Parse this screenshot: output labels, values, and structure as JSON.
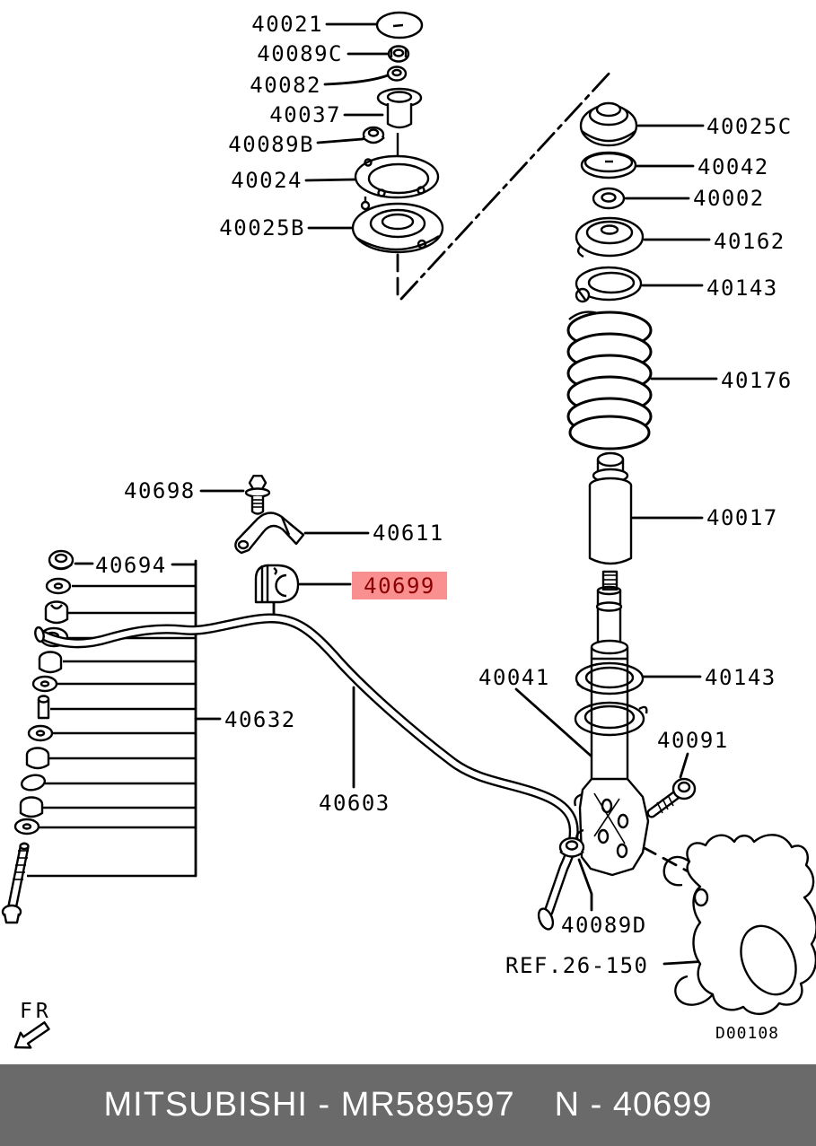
{
  "title": "Front suspension exploded parts diagram",
  "colors": {
    "line": "#000000",
    "highlight_bg": "#f98f8f",
    "highlight_fg": "#8b0000",
    "footer_bg": "#6a6a6a",
    "footer_fg": "#ffffff"
  },
  "highlighted_part": "40699",
  "drawing_code": "D00108",
  "labels": {
    "l40021": "40021",
    "l40089c": "40089C",
    "l40082": "40082",
    "l40037": "40037",
    "l40089b": "40089B",
    "l40024": "40024",
    "l40025b": "40025B",
    "l40025c": "40025C",
    "l40042": "40042",
    "l40002": "40002",
    "l40162": "40162",
    "l40143_upper": "40143",
    "l40176": "40176",
    "l40017": "40017",
    "l40143_lower": "40143",
    "l40041": "40041",
    "l40091": "40091",
    "l40698": "40698",
    "l40611": "40611",
    "l40694": "40694",
    "l40699": "40699",
    "l40632": "40632",
    "l40603": "40603",
    "l40089d": "40089D",
    "ref": "REF.26-150",
    "fr": "FR",
    "code": "D00108"
  },
  "footer": {
    "left": "MITSUBISHI - MR589597",
    "right": "N - 40699"
  }
}
